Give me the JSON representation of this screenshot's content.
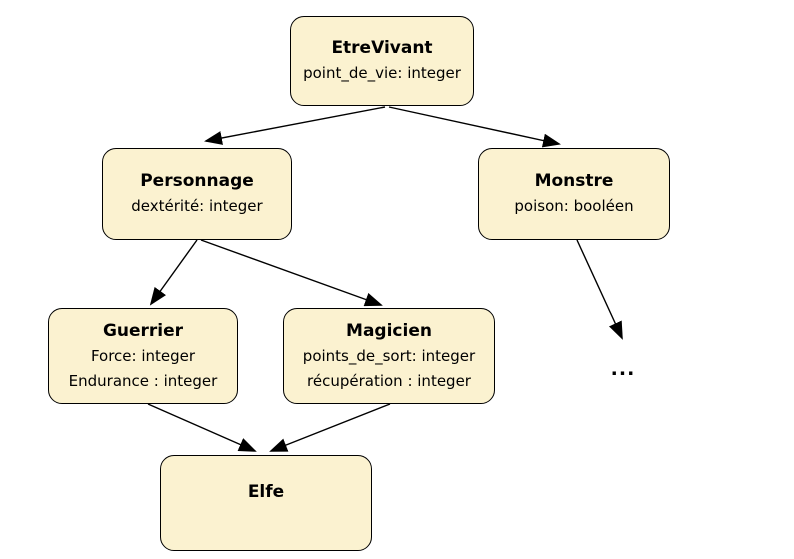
{
  "diagram": {
    "kind": "class-inheritance-diagram",
    "colors": {
      "background": "#ffffff",
      "node_fill": "#fbf2d0",
      "node_border": "#000000",
      "edge": "#000000",
      "text": "#000000"
    },
    "nodes": {
      "etrevivant": {
        "title": "EtreVivant",
        "attr1": "point_de_vie: integer"
      },
      "personnage": {
        "title": "Personnage",
        "attr1": "dextérité: integer"
      },
      "monstre": {
        "title": "Monstre",
        "attr1": "poison: booléen"
      },
      "guerrier": {
        "title": "Guerrier",
        "attr1": "Force: integer",
        "attr2": "Endurance : integer"
      },
      "magicien": {
        "title": "Magicien",
        "attr1": "points_de_sort: integer",
        "attr2": "récupération : integer"
      },
      "elfe": {
        "title": "Elfe"
      }
    },
    "ellipsis_label": "...",
    "edges": [
      {
        "from": "EtreVivant",
        "to": "Personnage"
      },
      {
        "from": "EtreVivant",
        "to": "Monstre"
      },
      {
        "from": "Personnage",
        "to": "Guerrier"
      },
      {
        "from": "Personnage",
        "to": "Magicien"
      },
      {
        "from": "Guerrier",
        "to": "Elfe"
      },
      {
        "from": "Magicien",
        "to": "Elfe"
      },
      {
        "from": "Monstre",
        "to": "..."
      }
    ]
  }
}
